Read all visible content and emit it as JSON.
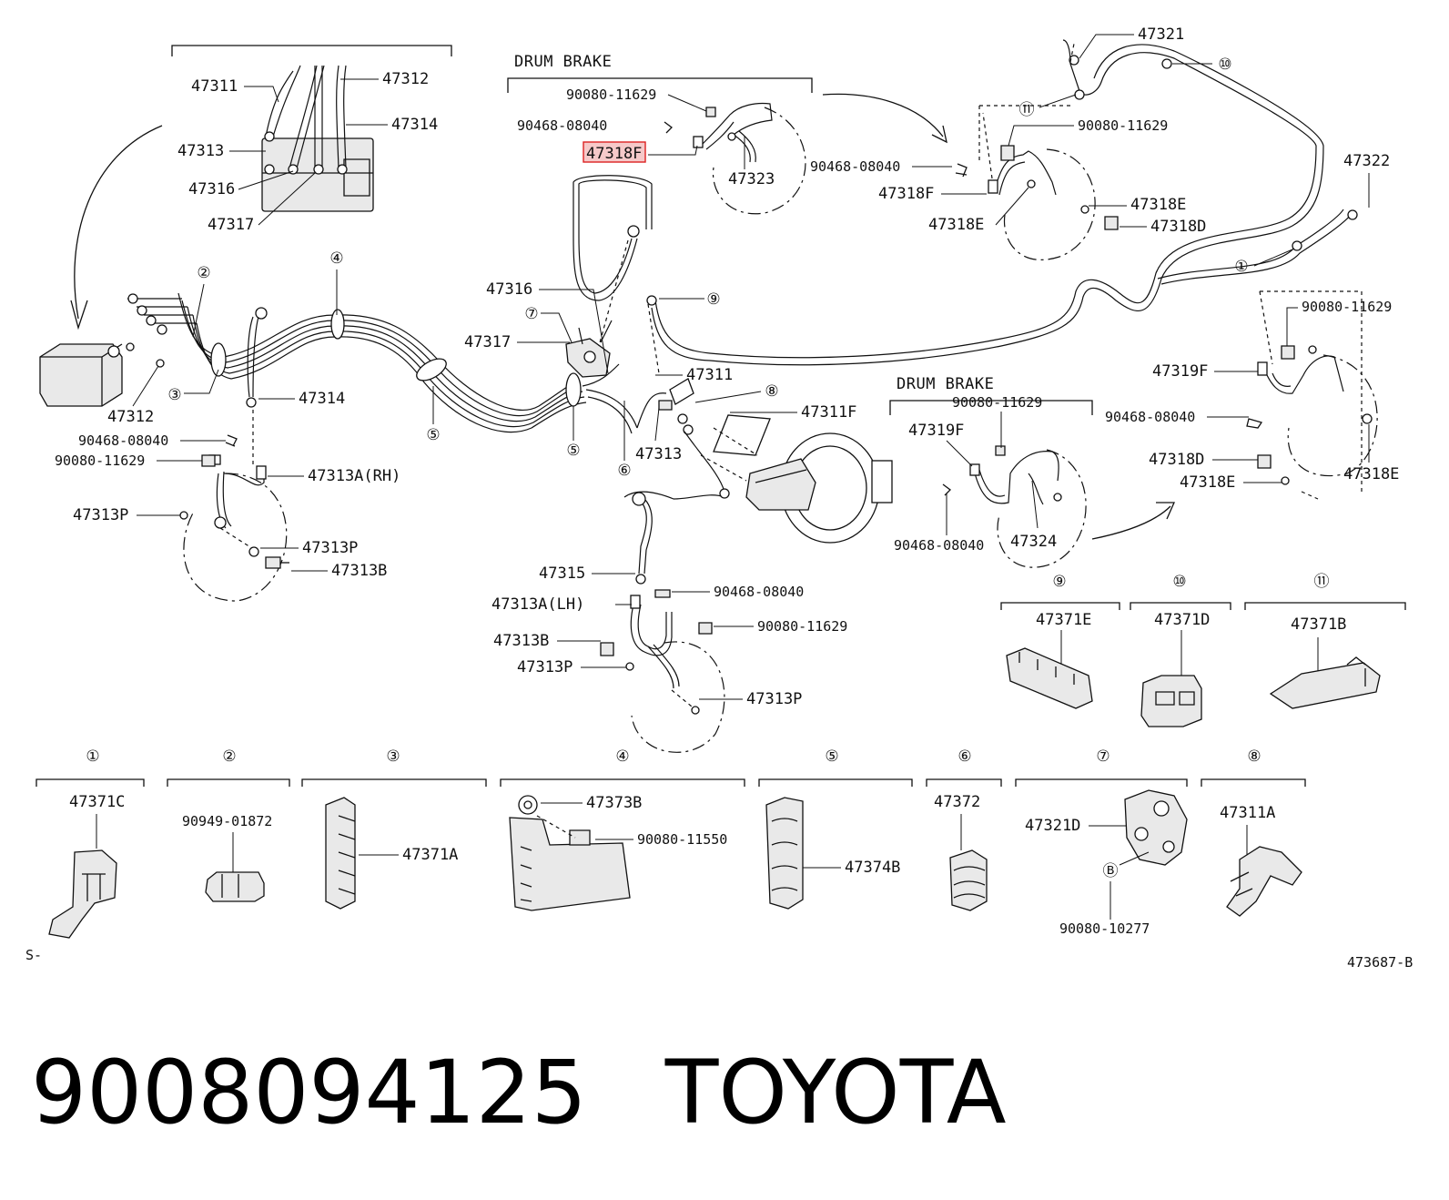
{
  "diagram": {
    "drum_brake_label": "DRUM BRAKE",
    "page_code_left": "S-",
    "page_code_right": "473687-B",
    "callouts": {
      "c1": "①",
      "c2": "②",
      "c3": "③",
      "c4": "④",
      "c5": "⑤",
      "c6": "⑥",
      "c7": "⑦",
      "c8": "⑧",
      "c9": "⑨",
      "c10": "⑩",
      "c11": "⑪",
      "cB": "Ⓑ"
    },
    "parts": {
      "p47311": "47311",
      "p47312": "47312",
      "p47313": "47313",
      "p47314": "47314",
      "p47316": "47316",
      "p47317": "47317",
      "p47315": "47315",
      "p47311F": "47311F",
      "p47313A_RH": "47313A(RH)",
      "p47313A_LH": "47313A(LH)",
      "p47313P": "47313P",
      "p47313B": "47313B",
      "p47318F": "47318F",
      "p47318E": "47318E",
      "p47318D": "47318D",
      "p47319F": "47319F",
      "p47321": "47321",
      "p47322": "47322",
      "p47323": "47323",
      "p47324": "47324",
      "p90080_11629": "90080-11629",
      "p90468_08040": "90468-08040",
      "p47371E": "47371E",
      "p47371D": "47371D",
      "p47371B": "47371B",
      "p47371C": "47371C",
      "p90949_01872": "90949-01872",
      "p47371A": "47371A",
      "p47373B": "47373B",
      "p90080_11550": "90080-11550",
      "p47374B": "47374B",
      "p47372": "47372",
      "p47321D": "47321D",
      "p90080_10277": "90080-10277",
      "p47311A": "47311A"
    }
  },
  "footer": {
    "part_number": "9008094125",
    "brand": "TOYOTA"
  }
}
